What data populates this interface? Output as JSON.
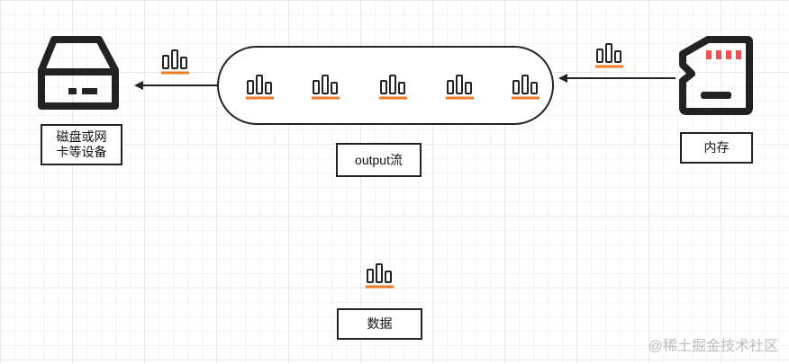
{
  "labels": {
    "disk": "磁盘或网\n卡等设备",
    "stream": "output流",
    "memory": "内存",
    "data": "数据"
  },
  "watermark": "@稀土掘金技术社区",
  "colors": {
    "outline": "#222222",
    "accent": "#f07a28",
    "memory_pins": "#f05050"
  },
  "icons": {
    "disk": "hard-drive-icon",
    "memory": "memory-card-icon",
    "data": "bar-chart-icon"
  }
}
